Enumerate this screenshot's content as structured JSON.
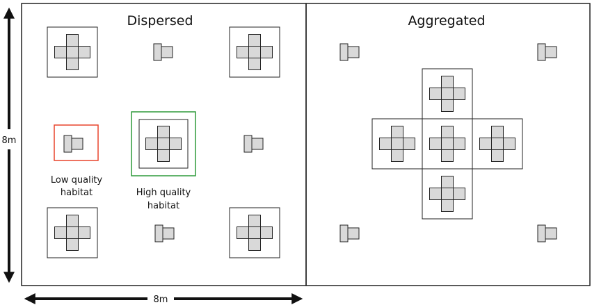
{
  "panels": {
    "left_title": "Dispersed",
    "right_title": "Aggregated"
  },
  "labels": {
    "low_quality": [
      "Low quality",
      "habitat"
    ],
    "high_quality": [
      "High quality",
      "habitat"
    ]
  },
  "scale": {
    "vertical": "8m",
    "horizontal": "8m"
  },
  "colors": {
    "line": "#222222",
    "block_fill": "#d9d9d9",
    "low_quality_outline": "#e8442c",
    "high_quality_outline": "#2e9a3a"
  }
}
